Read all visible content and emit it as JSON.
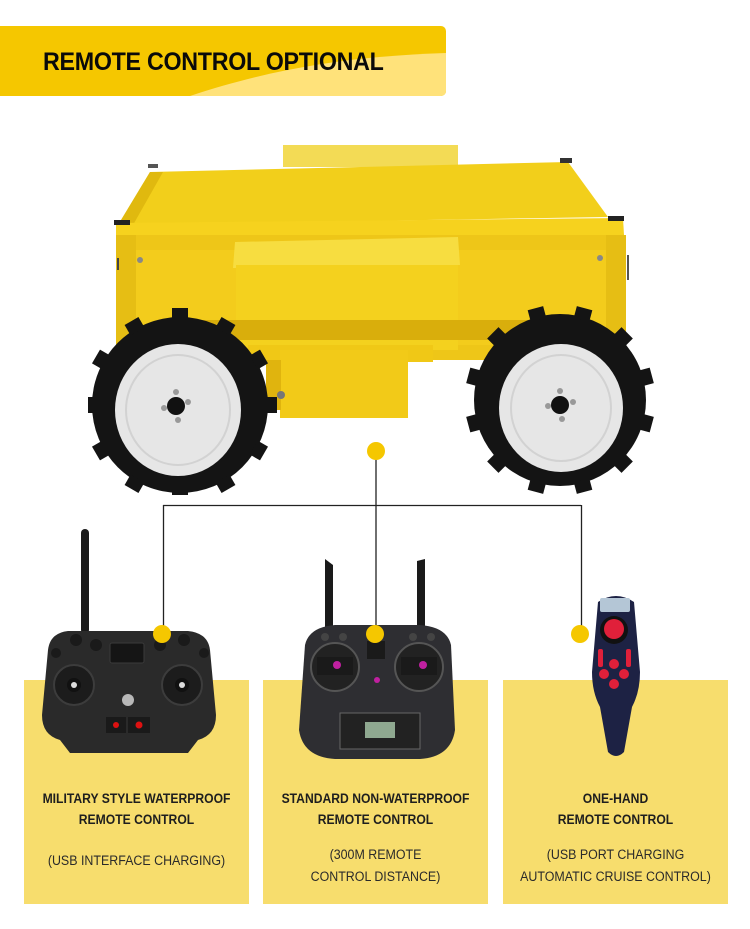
{
  "banner": {
    "title": "REMOTE CONTROL OPTIONAL",
    "color_primary": "#F5C700",
    "color_light": "#FFE27A"
  },
  "product": {
    "image": "yellow-four-wheel-robot-chassis",
    "body_color": "#F0CC1A",
    "wheel_color": "#111111",
    "rim_color": "#E8E8E8"
  },
  "connector": {
    "line_color": "#222222",
    "dot_color": "#F5C700"
  },
  "cards": [
    {
      "image": "military-style-remote-icon",
      "title_line1": "MILITARY STYLE WATERPROOF",
      "title_line2": "REMOTE CONTROL",
      "sub_line1": "(USB INTERFACE CHARGING)",
      "sub_line2": ""
    },
    {
      "image": "standard-remote-icon",
      "title_line1": "STANDARD NON-WATERPROOF",
      "title_line2": "REMOTE CONTROL",
      "sub_line1": "(300M REMOTE",
      "sub_line2": "CONTROL DISTANCE)"
    },
    {
      "image": "one-hand-remote-icon",
      "title_line1": "ONE-HAND",
      "title_line2": "REMOTE CONTROL",
      "sub_line1": "(USB PORT CHARGING",
      "sub_line2": "AUTOMATIC CRUISE CONTROL)"
    }
  ],
  "card_color": "#F7DD6D"
}
